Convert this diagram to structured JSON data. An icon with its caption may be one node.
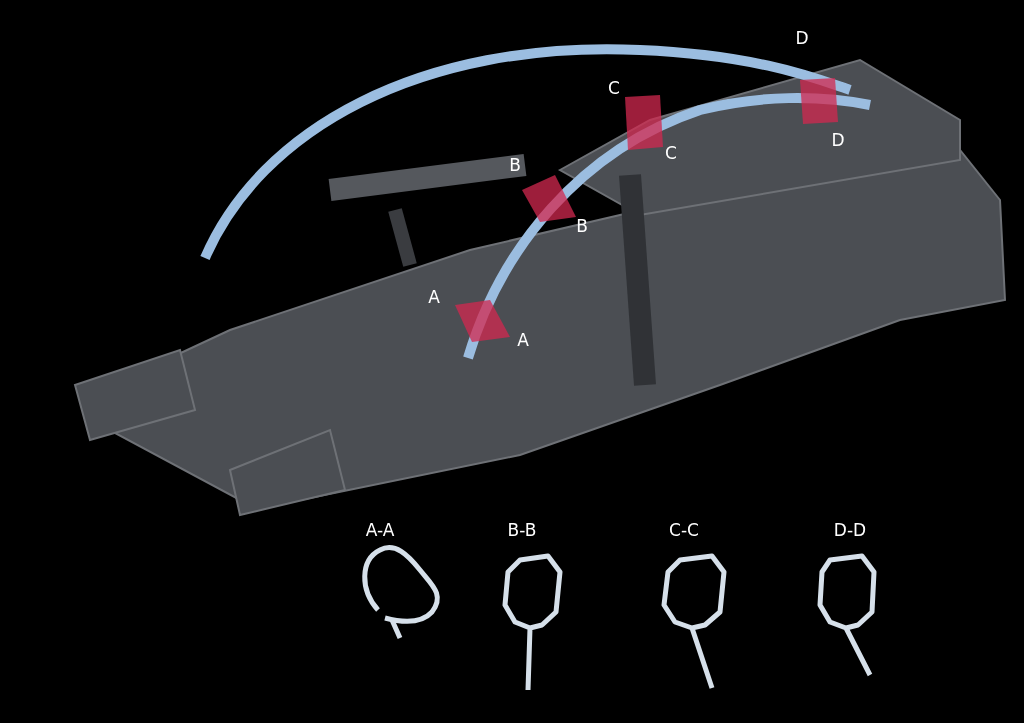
{
  "diagram": {
    "labels": [
      "D",
      "C",
      "D",
      "C",
      "B",
      "B",
      "A",
      "A",
      "A-A",
      "B-B",
      "C-C",
      "D-D"
    ]
  }
}
